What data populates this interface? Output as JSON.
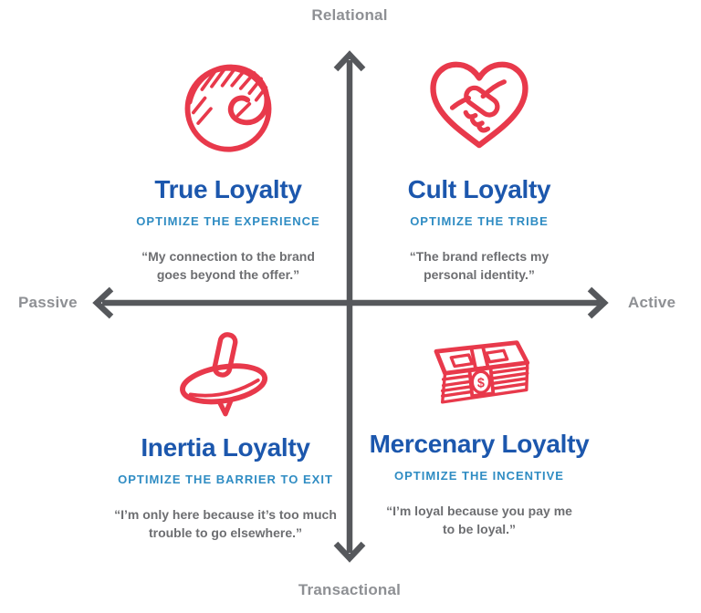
{
  "axes": {
    "top": "Relational",
    "bottom": "Transactional",
    "left": "Passive",
    "right": "Active"
  },
  "quadrants": {
    "top_left": {
      "icon": "swirl-icon",
      "title": "True Loyalty",
      "subtitle": "OPTIMIZE THE EXPERIENCE",
      "quote": "“My connection to the brand\ngoes beyond the offer.”"
    },
    "top_right": {
      "icon": "heart-handshake-icon",
      "title": "Cult Loyalty",
      "subtitle": "OPTIMIZE THE TRIBE",
      "quote": "“The brand reflects my\npersonal identity.”"
    },
    "bottom_left": {
      "icon": "spinning-top-icon",
      "title": "Inertia Loyalty",
      "subtitle": "OPTIMIZE THE BARRIER TO EXIT",
      "quote": "“I’m only here because it’s too much\ntrouble to go elsewhere.”"
    },
    "bottom_right": {
      "icon": "money-stack-icon",
      "title": "Mercenary Loyalty",
      "subtitle": "OPTIMIZE THE INCENTIVE",
      "quote": "“I’m loyal because you pay me\nto be loyal.”"
    }
  },
  "colors": {
    "icon_red": "#e8394b",
    "title_blue": "#1c57ad",
    "subtitle_blue": "#2f8cc3",
    "quote_gray": "#6d6e71",
    "axis_line_gray": "#56585c",
    "axis_label_gray": "#8e9094"
  }
}
